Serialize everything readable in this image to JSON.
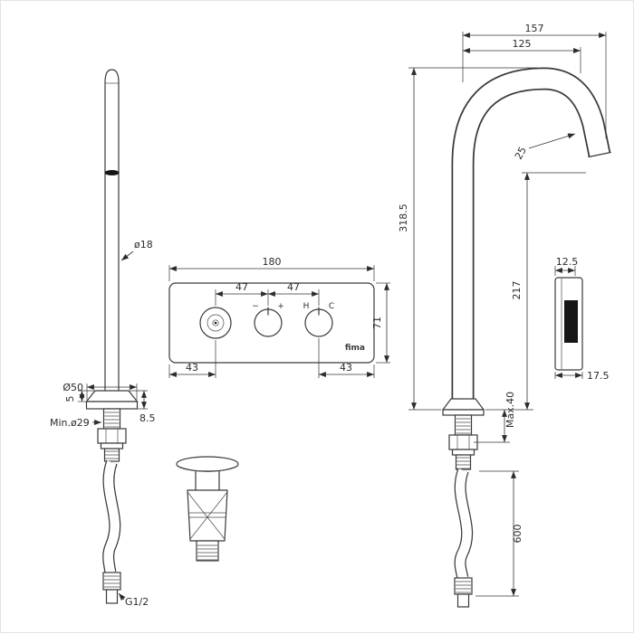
{
  "colors": {
    "line": "#3a3a3a",
    "dark_fill": "#161616",
    "background": "#ffffff"
  },
  "brand": {
    "logo": "fima"
  },
  "left_faucet": {
    "spout_diameter": "ø18",
    "base_diameter": "Ø50",
    "escutcheon_height": "5",
    "base_total_height": "8.5",
    "min_hole": "Min.ø29",
    "thread": "G1/2"
  },
  "panel": {
    "width": "180",
    "knob_gap_left": "47",
    "knob_gap_right": "47",
    "height": "71",
    "edge_gap_left": "43",
    "edge_gap_right": "43",
    "minus": "−",
    "plus": "+",
    "hot": "H",
    "cold": "C"
  },
  "right_faucet": {
    "reach_total": "157",
    "reach_outlet": "125",
    "height_total": "318.5",
    "outlet_height": "217",
    "tip": "25",
    "deck_max": "Max.40",
    "hose_length": "600"
  },
  "side_panel": {
    "depth_top": "12.5",
    "depth_total": "17.5"
  }
}
